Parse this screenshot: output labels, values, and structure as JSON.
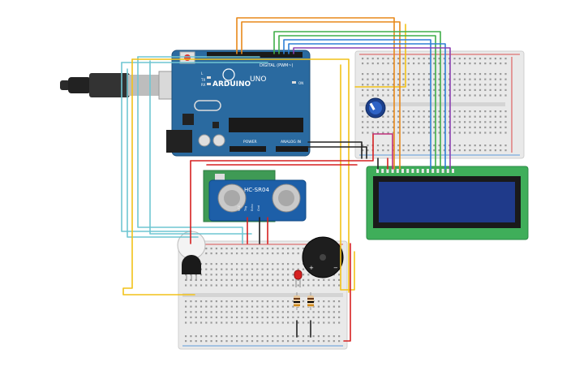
{
  "arduino": {
    "logo": "ARDUINO",
    "model": "UNO",
    "digital_label": "DIGITAL (PWM~)",
    "power_label": "POWER",
    "analog_label": "ANALOG IN",
    "led_l": "L",
    "led_tx": "TX",
    "led_rx": "RX",
    "on_label": "ON"
  },
  "sensor": {
    "model": "HC-SR04",
    "pins": [
      "VCC",
      "Trig",
      "Echo",
      "Gnd"
    ]
  },
  "buzzer": {
    "plus": "+",
    "minus": "−"
  },
  "colors": {
    "orange": "#e8891a",
    "yellow": "#f2c218",
    "green": "#3fae49",
    "blue": "#2e7fd6",
    "purple": "#8a3fb0",
    "cyan": "#6fc6d2",
    "red": "#d62020",
    "black": "#222222",
    "magenta": "#c0307a",
    "board_blue": "#2a6aa0",
    "lcd_green": "#3fae5a",
    "lcd_screen": "#1f3a8a"
  }
}
